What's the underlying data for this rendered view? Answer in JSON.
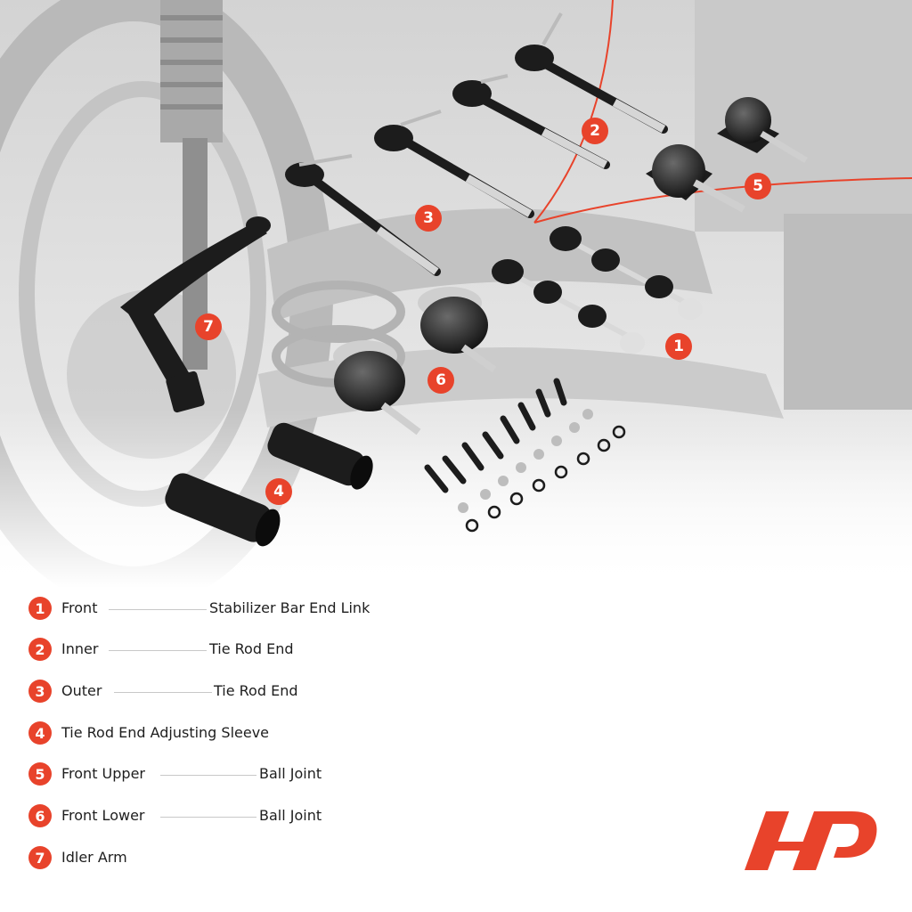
{
  "callouts": [
    "1",
    "2",
    "3",
    "4",
    "5",
    "6",
    "7"
  ],
  "legend": [
    {
      "num": "1",
      "left": "Front",
      "right": "Stabilizer Bar End Link"
    },
    {
      "num": "2",
      "left": "Inner",
      "right": "Tie Rod End"
    },
    {
      "num": "3",
      "left": "Outer",
      "right": "Tie Rod End"
    },
    {
      "num": "4",
      "left": "Tie Rod End Adjusting Sleeve",
      "right": ""
    },
    {
      "num": "5",
      "left": "Front Upper",
      "right": "Ball Joint"
    },
    {
      "num": "6",
      "left": "Front Lower",
      "right": "Ball Joint"
    },
    {
      "num": "7",
      "left": "Idler Arm",
      "right": ""
    }
  ],
  "colors": {
    "accent": "#e8432b",
    "part": "#1c1c1c",
    "metal": "#cfcfcf"
  },
  "logo": {
    "icon": "a-premium-logo-icon"
  }
}
